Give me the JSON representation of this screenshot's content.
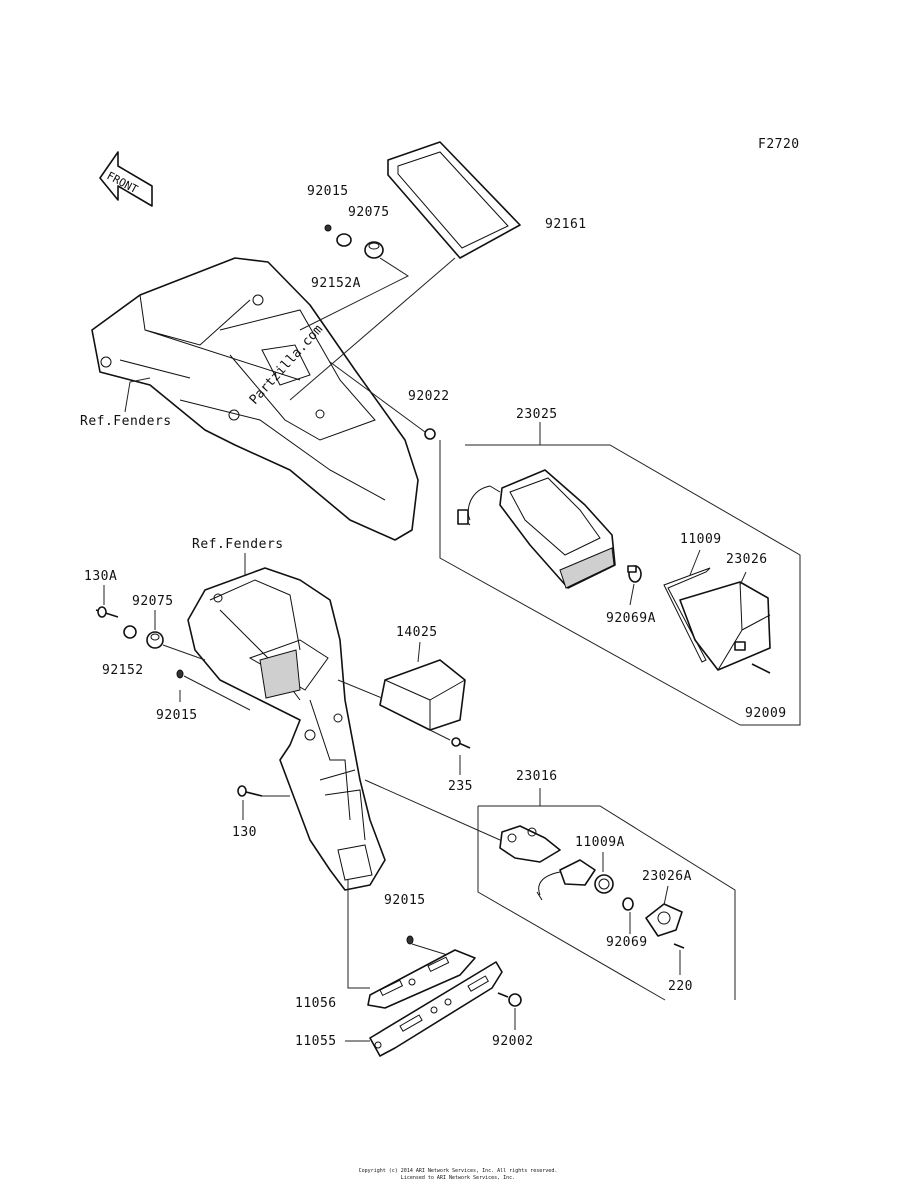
{
  "figure_code": "F2720",
  "watermark": "Partzilla.com",
  "front_badge": "FRONT",
  "copyright_lines": [
    "Copyright (c) 2014 ARI Network Services, Inc. All rights reserved.",
    "Licensed to ARI Network Services, Inc."
  ],
  "callouts": {
    "p92015_top": "92015",
    "p92075_top": "92075",
    "p92152A": "92152A",
    "p92161": "92161",
    "ref_fenders_top": "Ref.Fenders",
    "p92022": "92022",
    "p23025": "23025",
    "p11009": "11009",
    "p23026": "23026",
    "p92069A": "92069A",
    "p92009": "92009",
    "ref_fenders_mid": "Ref.Fenders",
    "p130A": "130A",
    "p92075_mid": "92075",
    "p92152": "92152",
    "p92015_mid": "92015",
    "p14025": "14025",
    "p235": "235",
    "p23016": "23016",
    "p130": "130",
    "p11009A": "11009A",
    "p23026A": "23026A",
    "p92069": "92069",
    "p220": "220",
    "p92015_low": "92015",
    "p11056": "11056",
    "p11055": "11055",
    "p92002": "92002"
  }
}
